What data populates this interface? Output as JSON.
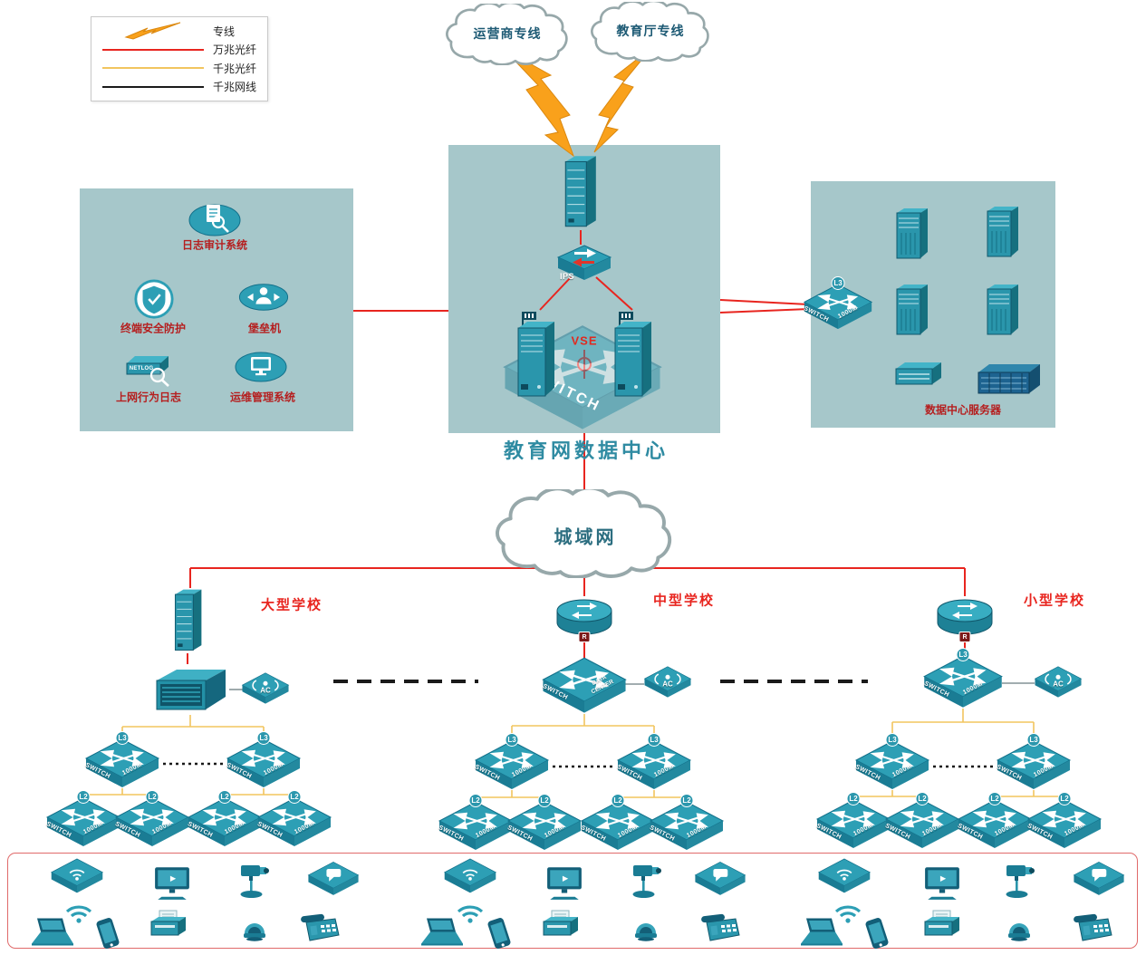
{
  "legend": {
    "items": [
      {
        "label": "专线",
        "icon": "lightning-icon",
        "color": "#f9a11b"
      },
      {
        "label": "万兆光纤",
        "icon": "line-sample",
        "color": "#e8251f"
      },
      {
        "label": "千兆光纤",
        "icon": "line-sample",
        "color": "#f2c55f"
      },
      {
        "label": "千兆网线",
        "icon": "line-sample",
        "color": "#1a1a1a"
      }
    ]
  },
  "clouds": {
    "carrier_label": "运营商专线",
    "education_label": "教育厅专线",
    "man_label": "城域网"
  },
  "data_center": {
    "title": "教育网数据中心",
    "ips_label": "IPS",
    "vse_label": "VSE",
    "switch_watermark": "SWITCH"
  },
  "security_panel": {
    "log_audit_label": "日志审计系统",
    "terminal_protection_label": "终端安全防护",
    "bastion_label": "堡垒机",
    "behavior_log_label": "上网行为日志",
    "ops_mgmt_label": "运维管理系统",
    "netlog_tag": "NETLOG"
  },
  "server_panel": {
    "title": "数据中心服务器"
  },
  "schools": {
    "large_label": "大型学校",
    "medium_label": "中型学校",
    "small_label": "小型学校"
  },
  "device_labels": {
    "switch": "SWITCH",
    "speed_1000m": "1000M",
    "l3": "L3",
    "l2": "L2",
    "ac": "AC",
    "router_badge": "R",
    "dc_line1": "DATA",
    "dc_line2": "CENTER"
  },
  "colors": {
    "line_10g_fiber": "#e8251f",
    "line_1g_fiber": "#f2c55f",
    "line_1g_copper": "#1a1a1a",
    "lightning": "#f9a11b",
    "device_teal": "#2d9fb5",
    "panel_background": "#a6c7ca"
  }
}
